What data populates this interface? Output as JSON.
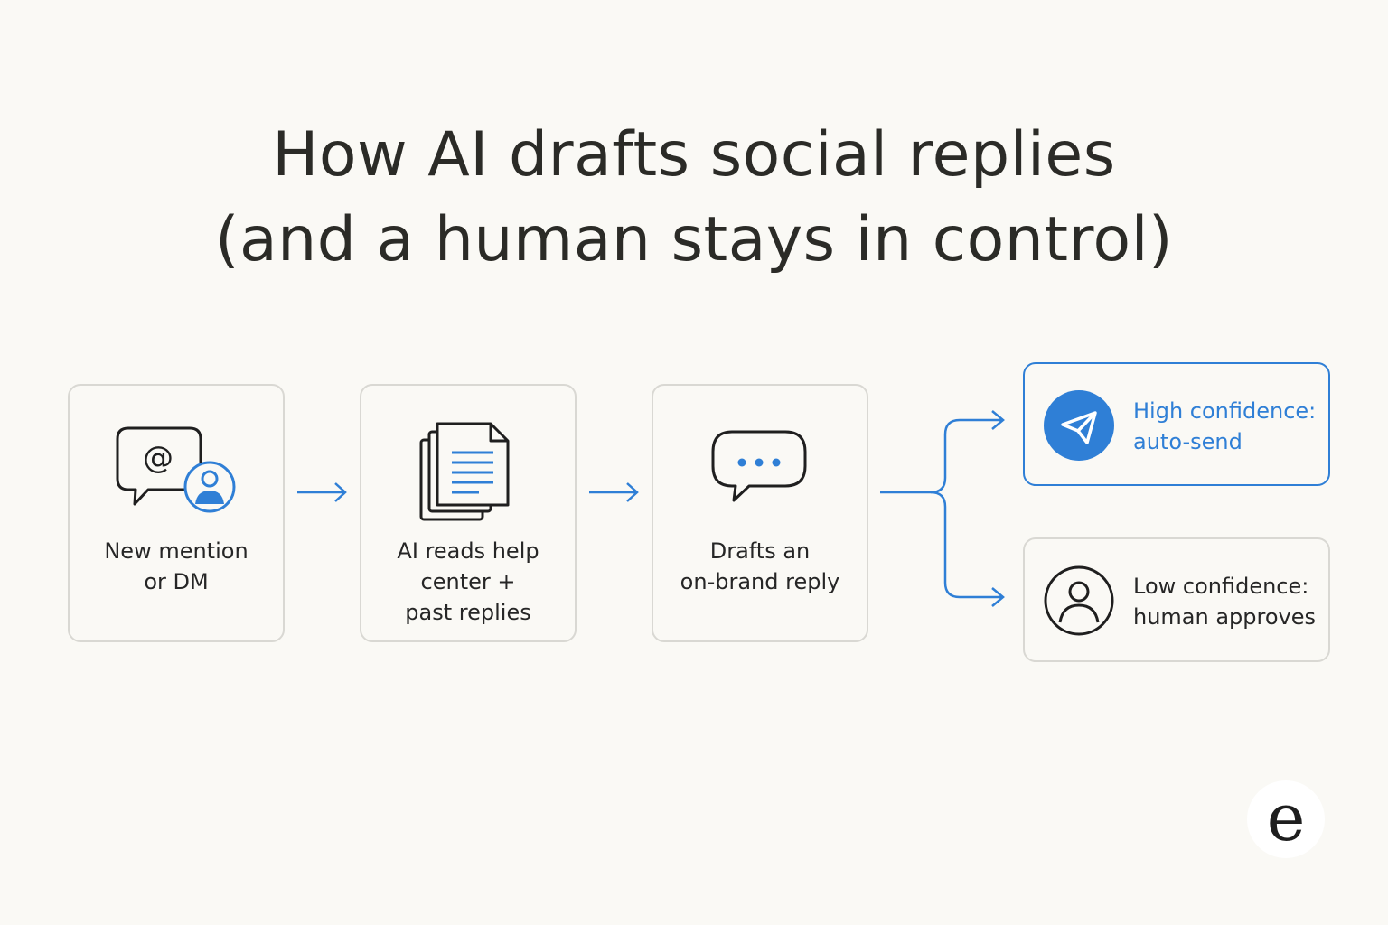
{
  "title": {
    "line1": "How AI drafts social replies",
    "line2": "(and a human stays in control)"
  },
  "steps": [
    {
      "label_lines": [
        "New mention",
        "or DM"
      ],
      "icon": "mention-chat-icon"
    },
    {
      "label_lines": [
        "AI reads help",
        "center +",
        "past replies"
      ],
      "icon": "documents-icon"
    },
    {
      "label_lines": [
        "Drafts an",
        "on-brand reply"
      ],
      "icon": "chat-bubble-icon"
    }
  ],
  "outcomes": {
    "high": {
      "label_lines": [
        "High confidence:",
        "auto-send"
      ],
      "icon": "send-icon"
    },
    "low": {
      "label_lines": [
        "Low confidence:",
        "human approves"
      ],
      "icon": "user-icon"
    }
  },
  "logo": {
    "icon": "e-logo-icon",
    "text": "e"
  },
  "colors": {
    "accent": "#2f7fd6",
    "background": "#faf9f5",
    "card_border": "#d9d8d3",
    "text": "#262626"
  }
}
